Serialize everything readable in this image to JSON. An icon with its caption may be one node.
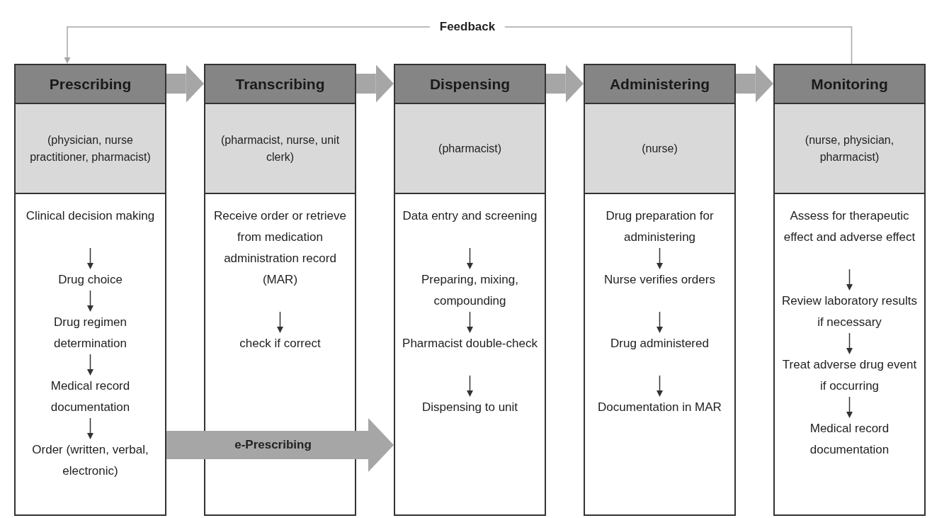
{
  "diagram": {
    "nodes": [
      {
        "text": [
          "Prescribing"
        ]
      },
      {
        "text": [
          "(physician, nurse practitioner, pharmacist)"
        ],
        "in": 0
      },
      {
        "text": [
          "Clinical decision making"
        ],
        "in": 0
      },
      {
        "text": [
          "Drug choice"
        ],
        "in": 0
      },
      {
        "text": [
          "Drug regimen determination"
        ],
        "in": 0
      },
      {
        "text": [
          "Medical record documentation"
        ],
        "in": 0
      },
      {
        "text": [
          "Order (written, verbal, electronic)"
        ],
        "in": 0
      },
      {
        "text": [
          "Transcribing"
        ]
      },
      {
        "text": [
          "(pharmacist, nurse, unit clerk)"
        ],
        "in": 7
      },
      {
        "text": [
          "Receive order or retrieve from medication administration record (MAR)"
        ],
        "in": 7
      },
      {
        "text": [
          "check if correct"
        ],
        "in": 7
      },
      {
        "text": [
          "Dispensing"
        ]
      },
      {
        "text": [
          "(pharmacist)"
        ],
        "in": 11
      },
      {
        "text": [
          "Data entry and screening"
        ],
        "in": 11
      },
      {
        "text": [
          "Preparing, mixing, compounding"
        ],
        "in": 11
      },
      {
        "text": [
          "Pharmacist double-check"
        ],
        "in": 11
      },
      {
        "text": [
          "Dispensing to unit"
        ],
        "in": 11
      },
      {
        "text": [
          "Administering"
        ]
      },
      {
        "text": [
          "(nurse)"
        ],
        "in": 17
      },
      {
        "text": [
          "Drug preparation for administering"
        ],
        "in": 17
      },
      {
        "text": [
          "Nurse verifies orders"
        ],
        "in": 17
      },
      {
        "text": [
          "Drug administered"
        ],
        "in": 17
      },
      {
        "text": [
          "Documentation in MAR"
        ],
        "in": 17
      },
      {
        "text": [
          "Monitoring"
        ]
      },
      {
        "text": [
          "(nurse, physician, pharmacist)"
        ],
        "in": 23
      },
      {
        "text": [
          "Assess for therapeutic effect and adverse effect"
        ],
        "in": 23
      },
      {
        "text": [
          "Review laboratory results if necessary"
        ],
        "in": 23
      },
      {
        "text": [
          "Treat adverse drug event if occurring"
        ],
        "in": 23
      },
      {
        "text": [
          "Medical record documentation"
        ],
        "in": 23
      }
    ],
    "edges": [
      {
        "from": 2,
        "to": 3,
        "arrow": "to"
      },
      {
        "from": 3,
        "to": 4,
        "arrow": "to"
      },
      {
        "from": 4,
        "to": 5,
        "arrow": "to"
      },
      {
        "from": 5,
        "to": 6,
        "arrow": "to"
      },
      {
        "from": 9,
        "to": 10,
        "arrow": "to"
      },
      {
        "from": 13,
        "to": 14,
        "arrow": "to"
      },
      {
        "from": 14,
        "to": 15,
        "arrow": "to"
      },
      {
        "from": 15,
        "to": 16,
        "arrow": "to"
      },
      {
        "from": 19,
        "to": 20,
        "arrow": "to"
      },
      {
        "from": 20,
        "to": 21,
        "arrow": "to"
      },
      {
        "from": 21,
        "to": 22,
        "arrow": "to"
      },
      {
        "from": 25,
        "to": 26,
        "arrow": "to"
      },
      {
        "from": 26,
        "to": 27,
        "arrow": "to"
      },
      {
        "from": 27,
        "to": 28,
        "arrow": "to"
      },
      {
        "from": 0,
        "to": 7,
        "arrow": "to",
        "style": "thick",
        "color": "#a6a6a6"
      },
      {
        "from": 7,
        "to": 11,
        "arrow": "to",
        "style": "thick",
        "color": "#a6a6a6"
      },
      {
        "from": 11,
        "to": 17,
        "arrow": "to",
        "style": "thick",
        "color": "#a6a6a6"
      },
      {
        "from": 17,
        "to": 23,
        "arrow": "to",
        "style": "thick",
        "color": "#a6a6a6"
      },
      {
        "from": 0,
        "to": 11,
        "label": "e-Prescribing",
        "arrow": "to",
        "style": "thick",
        "color": "#a6a6a6"
      },
      {
        "from": 23,
        "to": 0,
        "label": "Feedback",
        "arrow": "to",
        "color": "#a6a6a6"
      }
    ]
  }
}
